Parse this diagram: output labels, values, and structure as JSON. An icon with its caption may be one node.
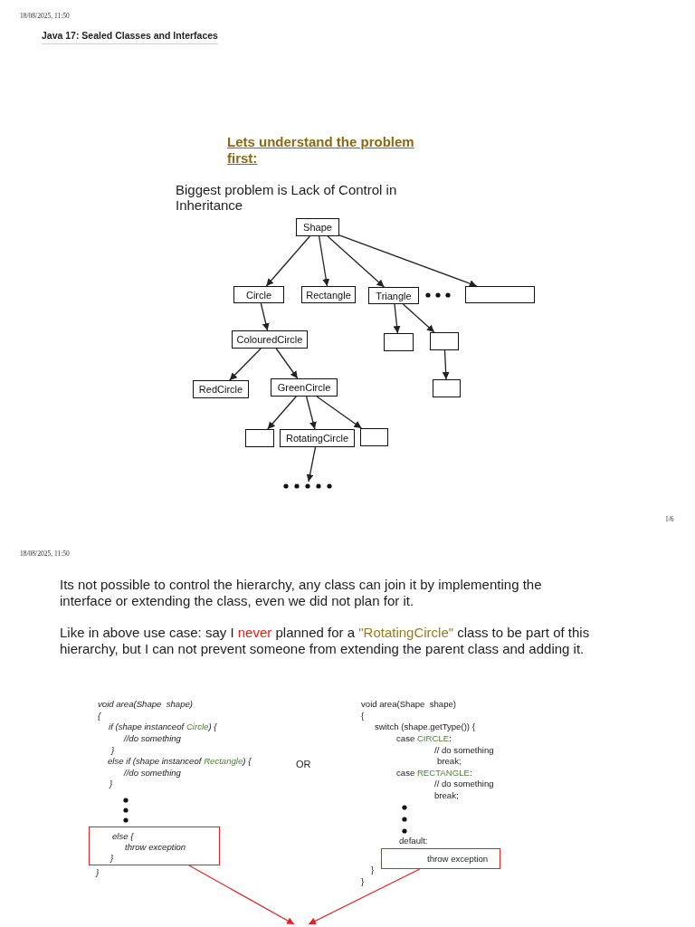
{
  "diagram": {
    "title": "Java 17: Sealed Classes and Interfaces",
    "nodes": [
      {
        "text": [
          "Shape"
        ]
      },
      {
        "text": [
          "Circle"
        ]
      },
      {
        "text": [
          "Rectangle"
        ]
      },
      {
        "text": [
          "Triangle"
        ]
      },
      {
        "text": [],
        "shape": "box"
      },
      {
        "text": [
          "ColouredCircle"
        ]
      },
      {
        "text": [],
        "shape": "box"
      },
      {
        "text": [],
        "shape": "box"
      },
      {
        "text": [
          "RedCircle"
        ]
      },
      {
        "text": [
          "GreenCircle"
        ]
      },
      {
        "text": [],
        "shape": "box"
      },
      {
        "text": [],
        "shape": "box"
      },
      {
        "text": [
          "RotatingCircle"
        ]
      },
      {
        "text": [],
        "shape": "box"
      },
      {
        "text": [],
        "shape": "dots"
      },
      {
        "text": [
          "else {",
          "throw exception",
          "}"
        ]
      },
      {
        "text": [
          "throw exception"
        ]
      }
    ],
    "edges": [
      {
        "from": 0,
        "to": 1,
        "arrow": "to"
      },
      {
        "from": 0,
        "to": 2,
        "arrow": "to"
      },
      {
        "from": 0,
        "to": 3,
        "arrow": "to"
      },
      {
        "from": 0,
        "to": 4,
        "arrow": "to"
      },
      {
        "from": 1,
        "to": 5,
        "arrow": "to"
      },
      {
        "from": 3,
        "to": 6,
        "arrow": "to"
      },
      {
        "from": 3,
        "to": 7,
        "arrow": "to"
      },
      {
        "from": 5,
        "to": 8,
        "arrow": "to"
      },
      {
        "from": 5,
        "to": 9,
        "arrow": "to"
      },
      {
        "from": 7,
        "to": 10,
        "arrow": "to"
      },
      {
        "from": 9,
        "to": 11,
        "arrow": "to"
      },
      {
        "from": 9,
        "to": 12,
        "arrow": "to"
      },
      {
        "from": 9,
        "to": 13,
        "arrow": "to"
      },
      {
        "from": 12,
        "to": 14,
        "arrow": "to"
      },
      {
        "from": 15,
        "to": null,
        "arrow": "to",
        "color": "#e02424"
      },
      {
        "from": 16,
        "to": null,
        "arrow": "to",
        "color": "#e02424"
      }
    ],
    "labels": [
      "18/08/2025, 11:50",
      "Lets understand the problem first:",
      "Biggest problem is Lack of Control in Inheritance",
      "1/6",
      "18/08/2025, 11:50",
      "Its not possible to control the hierarchy, any class can join it by implementing the interface or extending the class, even we did not plan for it.",
      "Like in above use case: say I never planned for a \"RotatingCircle\" class to be part of this hierarchy, but I can not prevent someone from extending the parent class and adding it.",
      "void area(Shape  shape)",
      "{",
      "if (shape instanceof Circle) {",
      "//do something",
      "}",
      "else if (shape instanceof Rectangle) {",
      "//do something",
      "}",
      "}",
      "OR",
      "void area(Shape  shape)",
      "{",
      "switch (shape.getType()) {",
      "case CIRCLE:",
      "// do something",
      "break;",
      "case RECTANGLE:",
      "// do something",
      "break;",
      "default:",
      "}",
      "}"
    ]
  }
}
